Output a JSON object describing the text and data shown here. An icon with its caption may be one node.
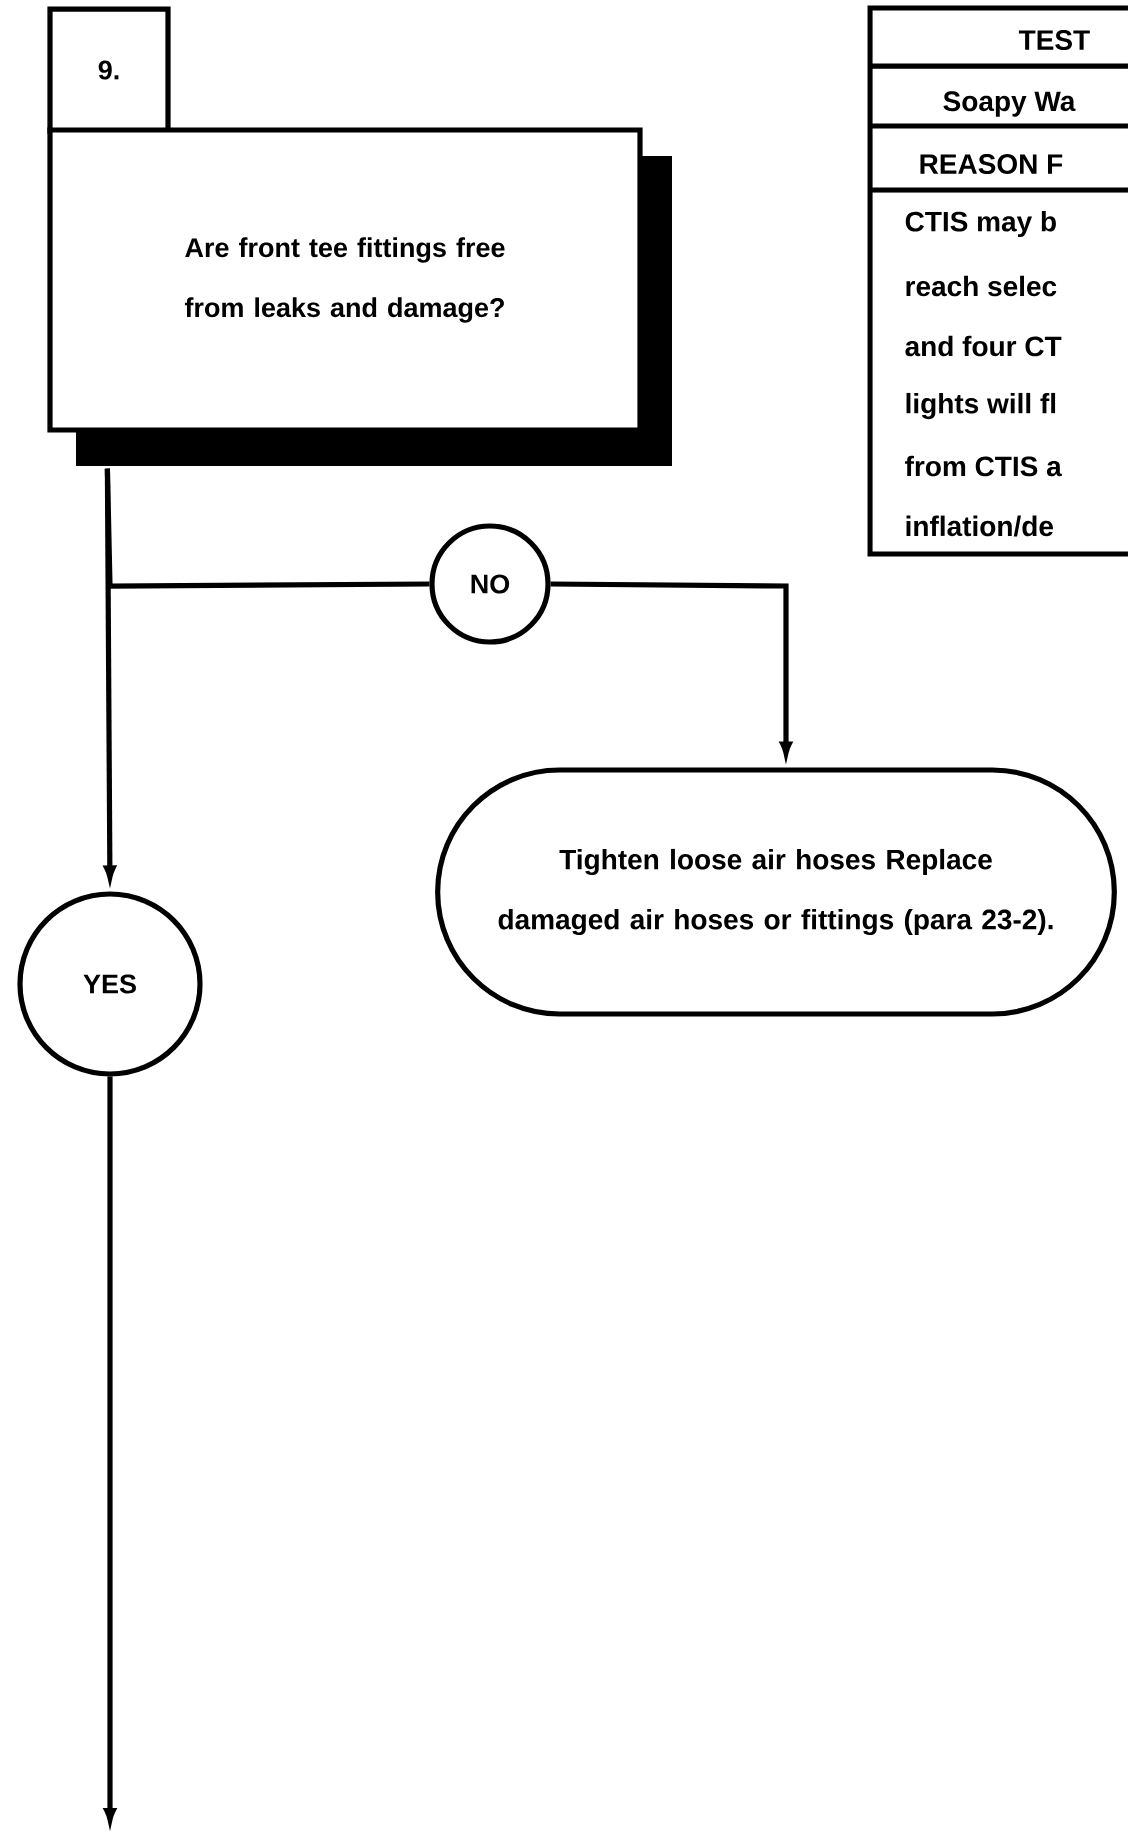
{
  "diagram": {
    "nodes": [
      {
        "text": [
          "9."
        ]
      },
      {
        "text": [
          "Are front tee fittings free from leaks and damage?"
        ]
      },
      {
        "text": [
          "NO"
        ]
      },
      {
        "text": [
          "Tighten loose air hoses Replace damaged air hoses or fittings (para 23-2)."
        ]
      },
      {
        "text": [
          "YES"
        ]
      }
    ],
    "edges": [
      {
        "from": 1,
        "to": 4,
        "arrow": "to"
      },
      {
        "from": 1,
        "to": 2,
        "arrow": "none"
      },
      {
        "from": 2,
        "to": 3,
        "arrow": "to"
      },
      {
        "from": 4,
        "to": null,
        "arrow": "to"
      }
    ],
    "labels": [
      "TEST",
      "Soapy Wa",
      "REASON F",
      "CTIS may b",
      "reach selec",
      "and four CT",
      "lights will fl",
      "from CTIS a",
      "inflation/de"
    ]
  }
}
